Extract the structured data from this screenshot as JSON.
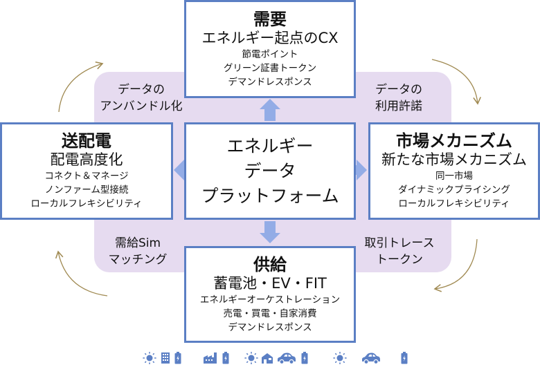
{
  "center": {
    "lines": [
      "エネルギー",
      "データ",
      "プラットフォーム"
    ]
  },
  "demand": {
    "title": "需要",
    "subtitle": "エネルギー起点のCX",
    "items": [
      "節電ポイント",
      "グリーン証書トークン",
      "デマンドレスポンス"
    ]
  },
  "transmission": {
    "title": "送配電",
    "subtitle": "配電高度化",
    "items": [
      "コネクト＆マネージ",
      "ノンファーム型接続",
      "ローカルフレキシビリティ"
    ]
  },
  "market": {
    "title": "市場メカニズム",
    "subtitle": "新たな市場メカニズム",
    "items": [
      "同一市場",
      "ダイナミックプライシング",
      "ローカルフレキシビリティ"
    ]
  },
  "supply": {
    "title": "供給",
    "subtitle": "蓄電池・EV・FIT",
    "items": [
      "エネルギーオーケストレーション",
      "売電・買電・自家消費",
      "デマンドレスポンス"
    ]
  },
  "corner_labels": {
    "top_left": [
      "データの",
      "アンバンドル化"
    ],
    "top_right": [
      "データの",
      "利用許諾"
    ],
    "bottom_left": [
      "需給Sim",
      "マッチング"
    ],
    "bottom_right": [
      "取引トレース",
      "トークン"
    ]
  },
  "icon_groups": [
    [
      "sun-icon",
      "building-icon",
      "battery-icon"
    ],
    [
      "factory-icon",
      "battery-icon"
    ],
    [
      "sun-icon",
      "house-icon",
      "car-icon",
      "battery-icon"
    ],
    [
      "sun-icon",
      "car-icon",
      "battery-icon"
    ]
  ],
  "colors": {
    "box_border": "#5b7fc4",
    "arrow_fill": "#93ace6",
    "background_panel": "#e6dbf0",
    "cycle_arrow": "#a08a52",
    "icon": "#5b7fc4"
  }
}
